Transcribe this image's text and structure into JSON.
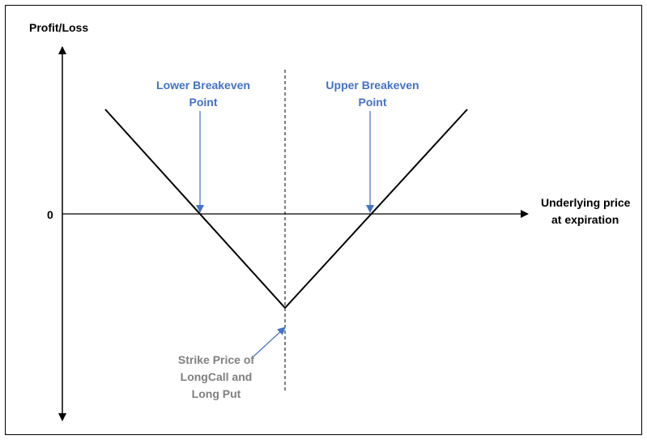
{
  "y_axis_label": "Profit/Loss",
  "x_axis_label_line1": "Underlying price",
  "x_axis_label_line2": "at expiration",
  "zero_label": "0",
  "lower_breakeven_line1": "Lower Breakeven",
  "lower_breakeven_line2": "Point",
  "upper_breakeven_line1": "Upper Breakeven",
  "upper_breakeven_line2": "Point",
  "strike_line1": "Strike Price of",
  "strike_line2": "LongCall and",
  "strike_line3": "Long Put",
  "colors": {
    "payoff_line": "#000000",
    "breakeven_annotation": "#4472c4",
    "strike_text": "#7f7f7f"
  }
}
